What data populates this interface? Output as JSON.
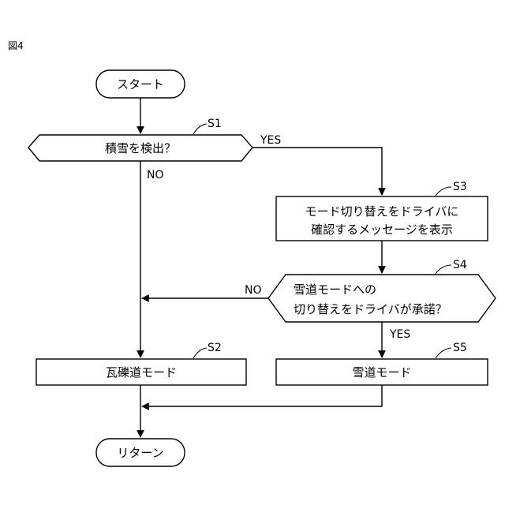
{
  "figure_label": "図4",
  "nodes": {
    "start": "スタート",
    "s1": {
      "step": "S1",
      "text": "積雪を検出？"
    },
    "s3": {
      "step": "S3",
      "line1": "モード切り替えをドライバに",
      "line2": "確認するメッセージを表示"
    },
    "s4": {
      "step": "S4",
      "line1": "雪道モードへの",
      "line2": "切り替えをドライバが承諾？"
    },
    "s2": {
      "step": "S2",
      "text": "瓦礫道モード"
    },
    "s5": {
      "step": "S5",
      "text": "雪道モード"
    },
    "end": "リターン"
  },
  "edges": {
    "s1_yes": "YES",
    "s1_no": "NO",
    "s4_yes": "YES",
    "s4_no": "NO"
  },
  "colors": {
    "line": "#000000",
    "background": "#ffffff"
  }
}
